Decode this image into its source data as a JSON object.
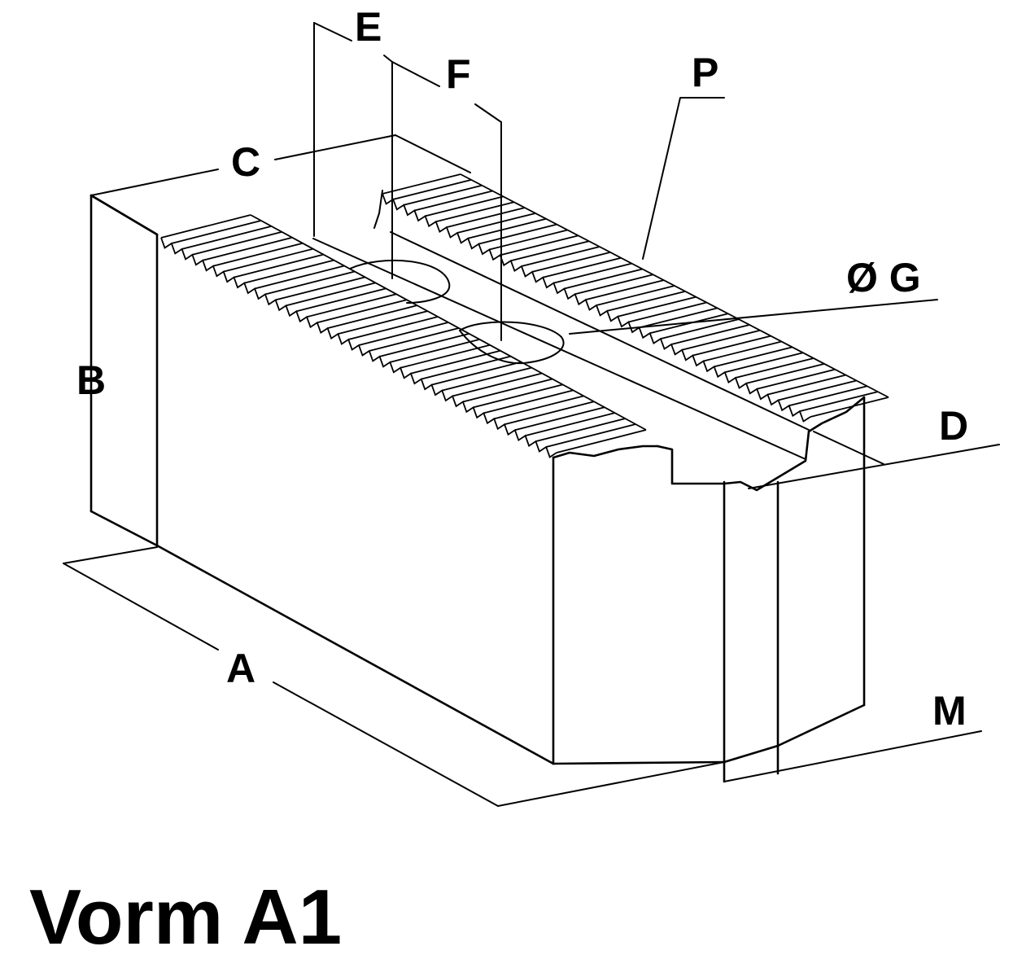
{
  "diagram": {
    "labels": {
      "a": "A",
      "b": "B",
      "c": "C",
      "d": "D",
      "e": "E",
      "f": "F",
      "g": "Ø G",
      "m": "M",
      "p": "P"
    },
    "title": "Vorm A1"
  }
}
